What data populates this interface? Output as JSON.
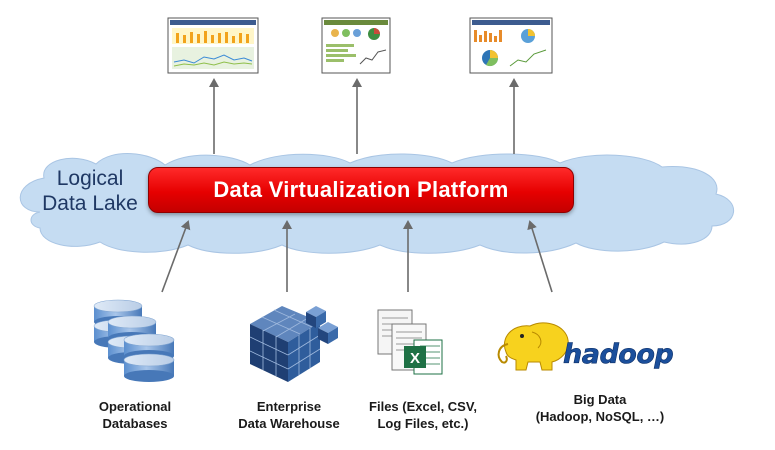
{
  "diagram": {
    "cloud_label_line1": "Logical",
    "cloud_label_line2": "Data Lake",
    "platform_label": "Data Virtualization Platform",
    "sources": [
      {
        "line1": "Operational",
        "line2": "Databases"
      },
      {
        "line1": "Enterprise",
        "line2": "Data Warehouse"
      },
      {
        "line1": "Files (Excel, CSV,",
        "line2": "Log Files, etc.)"
      },
      {
        "line1": "Big Data",
        "line2": "(Hadoop, NoSQL, …)"
      }
    ],
    "hadoop_logo_text": "hadoop",
    "excel_icon_letter": "X"
  },
  "colors": {
    "platform_red": "#e60000",
    "cloud_fill": "#c5dcf2",
    "arrow_gray": "#6b6b6b",
    "db_blue": "#6f9fd6",
    "hadoop_yellow": "#f7d21e",
    "hadoop_blue": "#1b4f9c",
    "excel_green": "#1e7145"
  },
  "icons": [
    "dashboard-thumbnail",
    "database-stack-icon",
    "cube-warehouse-icon",
    "files-icon",
    "excel-icon",
    "hadoop-elephant-logo"
  ]
}
